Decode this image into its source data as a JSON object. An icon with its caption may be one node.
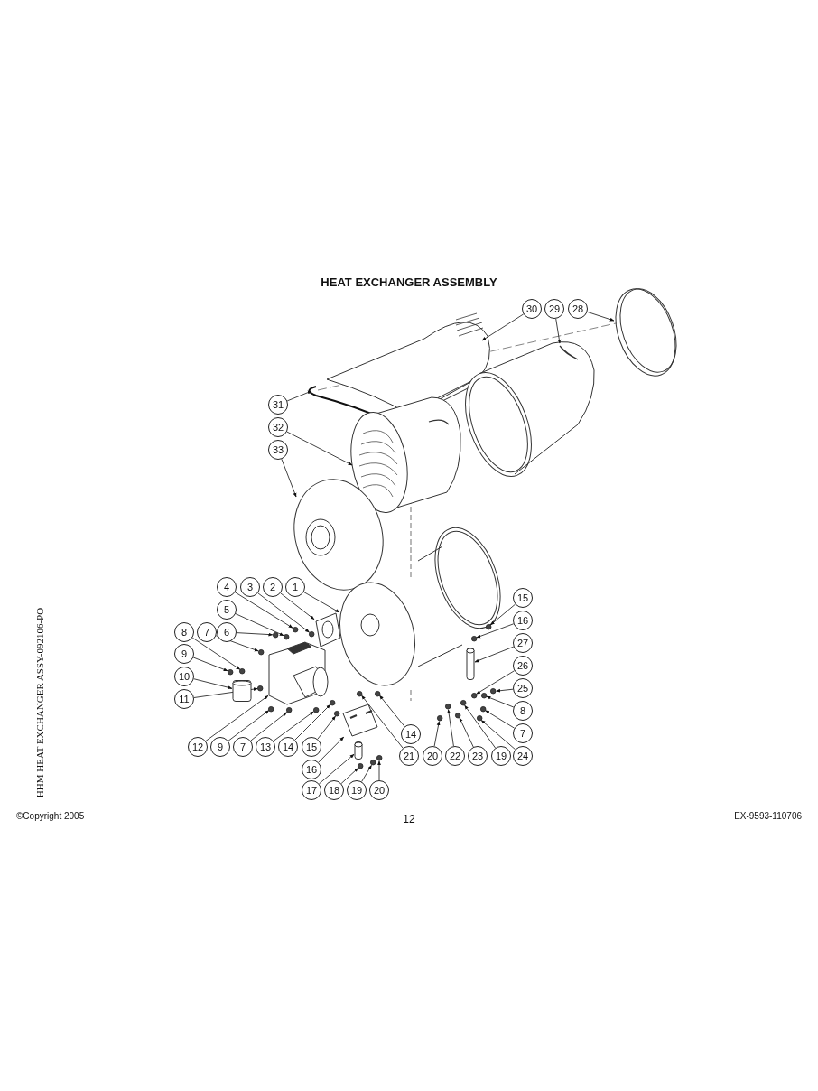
{
  "diagram": {
    "title": "HEAT EXCHANGER ASSEMBLY",
    "nodes": [
      {
        "text": [
          "30"
        ]
      },
      {
        "text": [
          "29"
        ]
      },
      {
        "text": [
          "28"
        ]
      },
      {
        "text": [
          "31"
        ]
      },
      {
        "text": [
          "32"
        ]
      },
      {
        "text": [
          "33"
        ]
      },
      {
        "text": [
          "4"
        ]
      },
      {
        "text": [
          "3"
        ]
      },
      {
        "text": [
          "2"
        ]
      },
      {
        "text": [
          "1"
        ]
      },
      {
        "text": [
          "15"
        ]
      },
      {
        "text": [
          "5"
        ]
      },
      {
        "text": [
          "16"
        ]
      },
      {
        "text": [
          "8"
        ]
      },
      {
        "text": [
          "7"
        ]
      },
      {
        "text": [
          "6"
        ]
      },
      {
        "text": [
          "27"
        ]
      },
      {
        "text": [
          "9"
        ]
      },
      {
        "text": [
          "26"
        ]
      },
      {
        "text": [
          "10"
        ]
      },
      {
        "text": [
          "25"
        ]
      },
      {
        "text": [
          "11"
        ]
      },
      {
        "text": [
          "8"
        ]
      },
      {
        "text": [
          "14"
        ]
      },
      {
        "text": [
          "7"
        ]
      },
      {
        "text": [
          "12"
        ]
      },
      {
        "text": [
          "9"
        ]
      },
      {
        "text": [
          "7"
        ]
      },
      {
        "text": [
          "13"
        ]
      },
      {
        "text": [
          "14"
        ]
      },
      {
        "text": [
          "15"
        ]
      },
      {
        "text": [
          "21"
        ]
      },
      {
        "text": [
          "20"
        ]
      },
      {
        "text": [
          "22"
        ]
      },
      {
        "text": [
          "23"
        ]
      },
      {
        "text": [
          "19"
        ]
      },
      {
        "text": [
          "24"
        ]
      },
      {
        "text": [
          "16"
        ]
      },
      {
        "text": [
          "17"
        ]
      },
      {
        "text": [
          "18"
        ]
      },
      {
        "text": [
          "19"
        ]
      },
      {
        "text": [
          "20"
        ]
      },
      {
        "text": [],
        "shape": "circle"
      },
      {
        "text": [],
        "shape": "circle"
      },
      {
        "text": [],
        "shape": "circle"
      },
      {
        "text": [],
        "shape": "circle"
      },
      {
        "text": [],
        "shape": "circle"
      },
      {
        "text": [],
        "shape": "circle"
      },
      {
        "text": [],
        "shape": "circle"
      },
      {
        "text": [],
        "shape": "circle"
      },
      {
        "text": [],
        "shape": "circle"
      },
      {
        "text": [],
        "shape": "circle"
      },
      {
        "text": [],
        "shape": "circle"
      },
      {
        "text": [],
        "shape": "circle"
      },
      {
        "text": [],
        "shape": "circle"
      },
      {
        "text": [],
        "shape": "circle"
      },
      {
        "text": [],
        "shape": "circle"
      },
      {
        "text": [],
        "shape": "circle"
      },
      {
        "text": [],
        "shape": "circle"
      },
      {
        "text": [],
        "shape": "circle"
      },
      {
        "text": [],
        "shape": "circle"
      },
      {
        "text": [],
        "shape": "circle"
      },
      {
        "text": [],
        "shape": "circle"
      },
      {
        "text": [],
        "shape": "circle"
      },
      {
        "text": [],
        "shape": "circle"
      },
      {
        "text": [],
        "shape": "circle"
      },
      {
        "text": [],
        "shape": "circle"
      },
      {
        "text": [],
        "shape": "cylinder"
      },
      {
        "text": [],
        "shape": "circle"
      },
      {
        "text": [],
        "shape": "circle"
      },
      {
        "text": [],
        "shape": "circle"
      },
      {
        "text": [],
        "shape": "picture"
      },
      {
        "text": [],
        "shape": "cylinder"
      },
      {
        "text": [],
        "shape": "cylinder"
      },
      {
        "text": [],
        "shape": "picture"
      },
      {
        "text": [],
        "shape": "circle"
      },
      {
        "text": [],
        "shape": "picture"
      },
      {
        "text": [],
        "shape": "picture"
      }
    ],
    "edges": [
      {
        "from": 0,
        "to": null,
        "arrow": "to"
      },
      {
        "from": 1,
        "to": null,
        "arrow": "to"
      },
      {
        "from": 2,
        "to": null,
        "arrow": "to"
      },
      {
        "from": 3,
        "to": null,
        "arrow": "to"
      },
      {
        "from": 4,
        "to": null,
        "arrow": "to"
      },
      {
        "from": 5,
        "to": null,
        "arrow": "to"
      },
      {
        "from": 6,
        "to": 42,
        "arrow": "to"
      },
      {
        "from": 7,
        "to": 43,
        "arrow": "to"
      },
      {
        "from": 8,
        "to": 71,
        "arrow": "to"
      },
      {
        "from": 9,
        "to": 77,
        "arrow": "to"
      },
      {
        "from": 10,
        "to": 44,
        "arrow": "to"
      },
      {
        "from": 11,
        "to": 45,
        "arrow": "to"
      },
      {
        "from": 12,
        "to": 46,
        "arrow": "to"
      },
      {
        "from": 13,
        "to": 47,
        "arrow": "to"
      },
      {
        "from": 14,
        "to": 48,
        "arrow": "to"
      },
      {
        "from": 15,
        "to": 49,
        "arrow": "to"
      },
      {
        "from": 16,
        "to": 72,
        "arrow": "to"
      },
      {
        "from": 17,
        "to": 50,
        "arrow": "to"
      },
      {
        "from": 18,
        "to": 51,
        "arrow": "to"
      },
      {
        "from": 19,
        "to": 73,
        "arrow": "to"
      },
      {
        "from": 20,
        "to": 52,
        "arrow": "to"
      },
      {
        "from": 21,
        "to": 53,
        "arrow": "to"
      },
      {
        "from": 22,
        "to": 54,
        "arrow": "to"
      },
      {
        "from": 23,
        "to": 55,
        "arrow": "to"
      },
      {
        "from": 24,
        "to": 56,
        "arrow": "to"
      },
      {
        "from": 25,
        "to": 74,
        "arrow": "to"
      },
      {
        "from": 26,
        "to": 57,
        "arrow": "to"
      },
      {
        "from": 27,
        "to": 58,
        "arrow": "to"
      },
      {
        "from": 28,
        "to": 75,
        "arrow": "to"
      },
      {
        "from": 29,
        "to": 59,
        "arrow": "to"
      },
      {
        "from": 30,
        "to": 60,
        "arrow": "to"
      },
      {
        "from": 31,
        "to": 61,
        "arrow": "to"
      },
      {
        "from": 32,
        "to": 62,
        "arrow": "to"
      },
      {
        "from": 33,
        "to": 63,
        "arrow": "to"
      },
      {
        "from": 34,
        "to": 64,
        "arrow": "to"
      },
      {
        "from": 35,
        "to": 65,
        "arrow": "to"
      },
      {
        "from": 36,
        "to": 66,
        "arrow": "to"
      },
      {
        "from": 37,
        "to": 76,
        "arrow": "to"
      },
      {
        "from": 38,
        "to": 67,
        "arrow": "to"
      },
      {
        "from": 39,
        "to": 68,
        "arrow": "to"
      },
      {
        "from": 40,
        "to": 69,
        "arrow": "to"
      },
      {
        "from": 41,
        "to": 70,
        "arrow": "to"
      }
    ],
    "labels": [
      "HHM HEAT EXCHANGER ASSY-092106-PO",
      "©Copyright 2005",
      "12",
      "EX-9593-110706"
    ]
  }
}
